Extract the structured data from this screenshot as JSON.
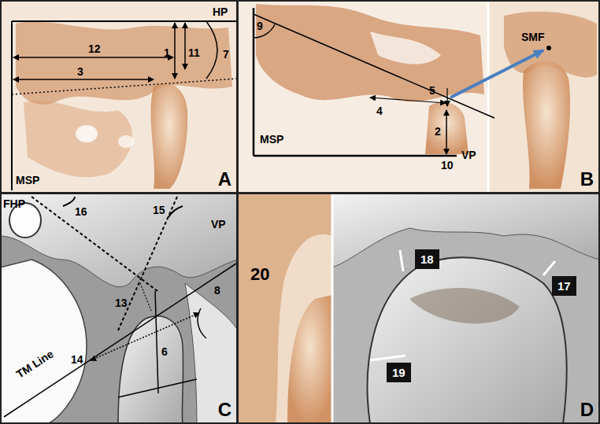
{
  "diagram": {
    "nodes": [
      {
        "text": [
          "A"
        ]
      },
      {
        "text": [
          "B"
        ]
      },
      {
        "text": [
          "C"
        ]
      },
      {
        "text": [
          "D"
        ]
      },
      {
        "text": [
          "18"
        ],
        "in": 3
      },
      {
        "text": [
          "17"
        ],
        "in": 3
      },
      {
        "text": [
          "19"
        ],
        "in": 3
      }
    ],
    "labels": [
      "HP",
      "1",
      "11",
      "7",
      "12",
      "3",
      "MSP",
      "9",
      "4",
      "5",
      "SMF",
      "MSP",
      "2",
      "10",
      "VP",
      "FHP",
      "16",
      "15",
      "VP",
      "13",
      "8",
      "6",
      "14",
      "TM Line",
      "20"
    ]
  }
}
